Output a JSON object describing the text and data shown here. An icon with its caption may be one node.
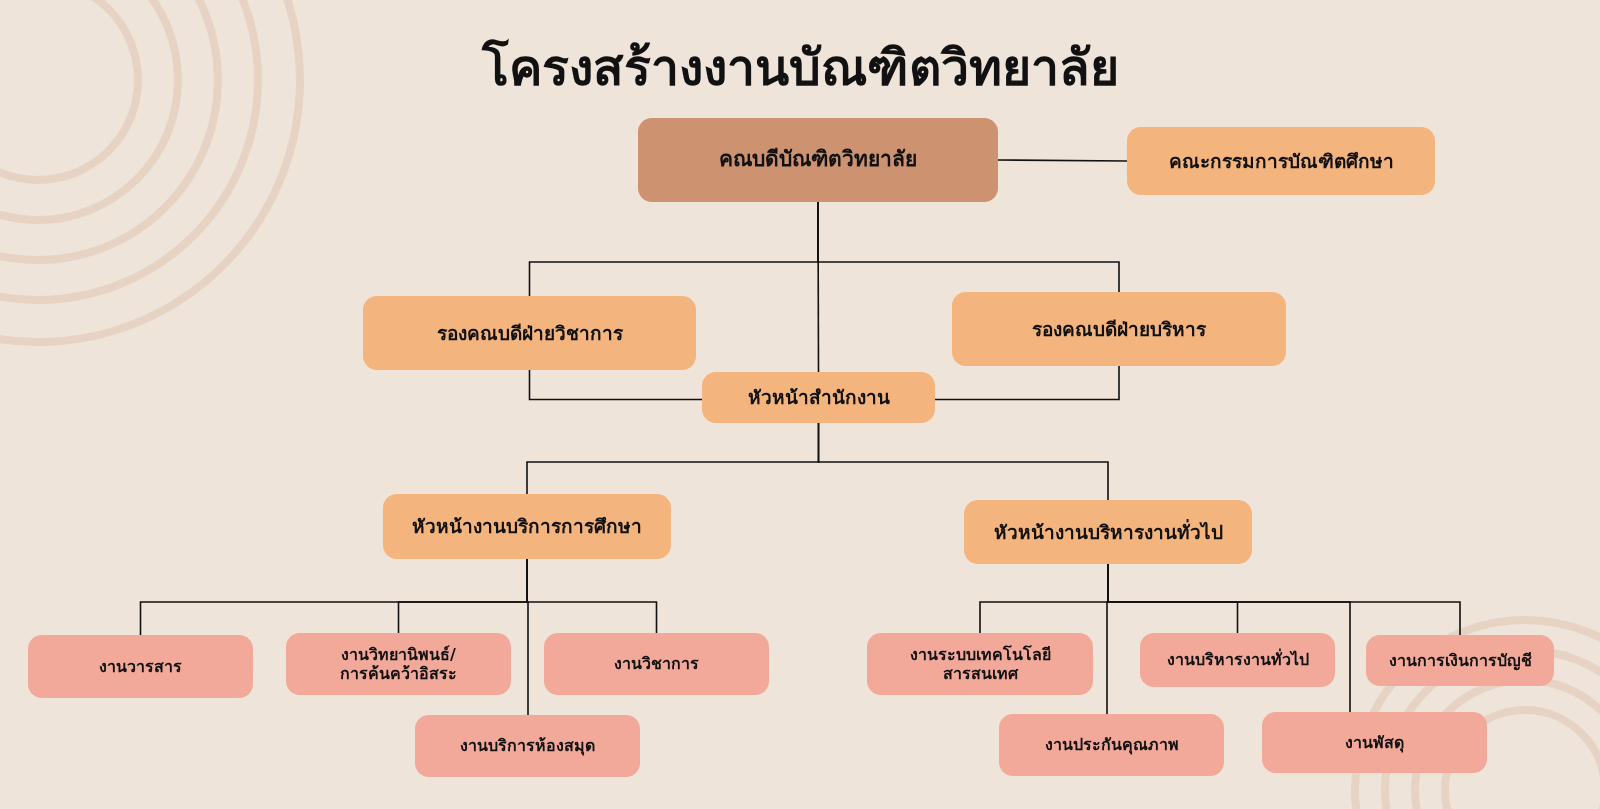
{
  "diagram": {
    "title": "โครงสร้างงานบัณฑิตวิทยาลัย",
    "nodes": [
      {
        "text": [
          "คณบดีบัณฑิตวิทยาลัย"
        ]
      },
      {
        "text": [
          "คณะกรรมการบัณฑิตศึกษา"
        ]
      },
      {
        "text": [
          "รองคณบดีฝ่ายวิชาการ"
        ]
      },
      {
        "text": [
          "รองคณบดีฝ่ายบริหาร"
        ]
      },
      {
        "text": [
          "หัวหน้าสำนักงาน"
        ]
      },
      {
        "text": [
          "หัวหน้างานบริการการศึกษา"
        ]
      },
      {
        "text": [
          "หัวหน้างานบริหารงานทั่วไป"
        ]
      },
      {
        "text": [
          "งานวารสาร"
        ]
      },
      {
        "text": [
          "งานวิทยานิพนธ์/ การค้นคว้าอิสระ"
        ]
      },
      {
        "text": [
          "งานวิชาการ"
        ]
      },
      {
        "text": [
          "งานบริการห้องสมุด"
        ]
      },
      {
        "text": [
          "งานระบบเทคโนโลยี สารสนเทศ"
        ]
      },
      {
        "text": [
          "งานบริหารงานทั่วไป"
        ]
      },
      {
        "text": [
          "งานการเงินการบัญชี"
        ]
      },
      {
        "text": [
          "งานประกันคุณภาพ"
        ]
      },
      {
        "text": [
          "งานพัสดุ"
        ]
      }
    ],
    "edges": [
      {
        "from": 0,
        "to": 1,
        "arrow": "none"
      },
      {
        "from": 0,
        "to": 2,
        "arrow": "none"
      },
      {
        "from": 0,
        "to": 3,
        "arrow": "none"
      },
      {
        "from": 0,
        "to": 4,
        "arrow": "none"
      },
      {
        "from": 2,
        "to": 4,
        "arrow": "none"
      },
      {
        "from": 3,
        "to": 4,
        "arrow": "none"
      },
      {
        "from": 4,
        "to": 5,
        "arrow": "none"
      },
      {
        "from": 4,
        "to": 6,
        "arrow": "none"
      },
      {
        "from": 5,
        "to": 7,
        "arrow": "none"
      },
      {
        "from": 5,
        "to": 8,
        "arrow": "none"
      },
      {
        "from": 5,
        "to": 9,
        "arrow": "none"
      },
      {
        "from": 5,
        "to": 10,
        "arrow": "none"
      },
      {
        "from": 6,
        "to": 11,
        "arrow": "none"
      },
      {
        "from": 6,
        "to": 12,
        "arrow": "none"
      },
      {
        "from": 6,
        "to": 13,
        "arrow": "none"
      },
      {
        "from": 6,
        "to": 14,
        "arrow": "none"
      },
      {
        "from": 6,
        "to": 15,
        "arrow": "none"
      }
    ]
  }
}
